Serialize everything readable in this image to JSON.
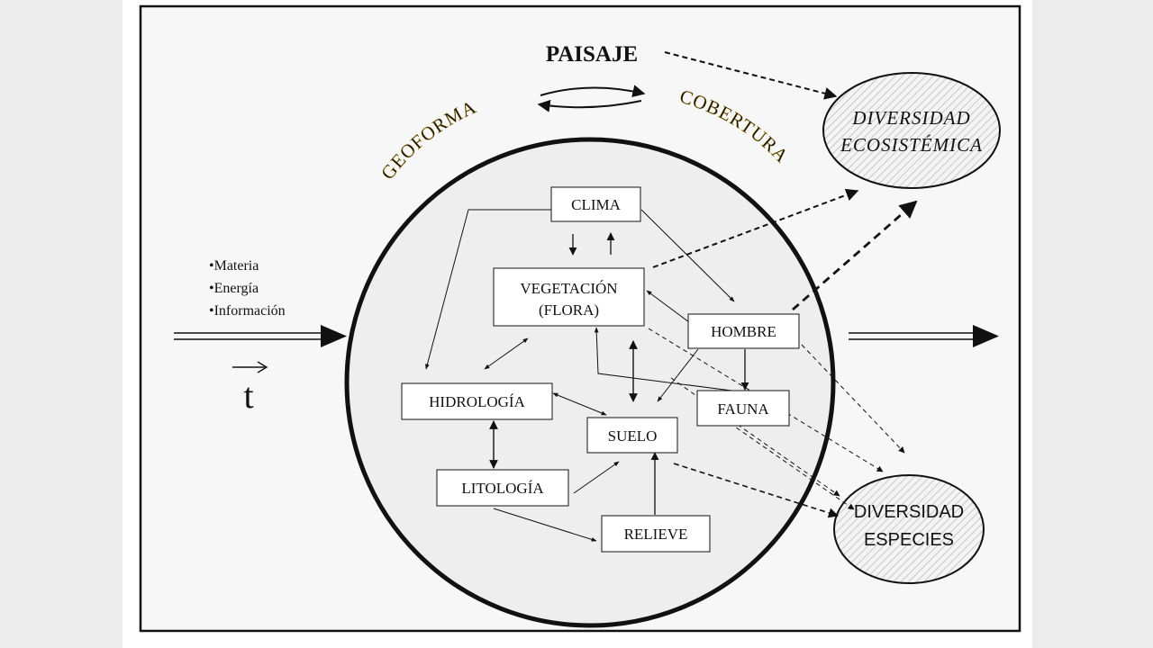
{
  "title": "PAISAJE",
  "arc_labels": {
    "left": "GEOFORMA",
    "right": "COBERTURA"
  },
  "inputs": [
    "•Materia",
    "•Energía",
    "•Información"
  ],
  "time_symbol": "t",
  "components": {
    "clima": "CLIMA",
    "vegetacion_1": "VEGETACIÓN",
    "vegetacion_2": "(FLORA)",
    "hombre": "HOMBRE",
    "hidrologia": "HIDROLOGÍA",
    "suelo": "SUELO",
    "fauna": "FAUNA",
    "litologia": "LITOLOGÍA",
    "relieve": "RELIEVE"
  },
  "outputs": {
    "ecosistemica_1": "DIVERSIDAD",
    "ecosistemica_2": "ECOSISTÉMICA",
    "especies_1": "DIVERSIDAD",
    "especies_2": "ESPECIES"
  }
}
